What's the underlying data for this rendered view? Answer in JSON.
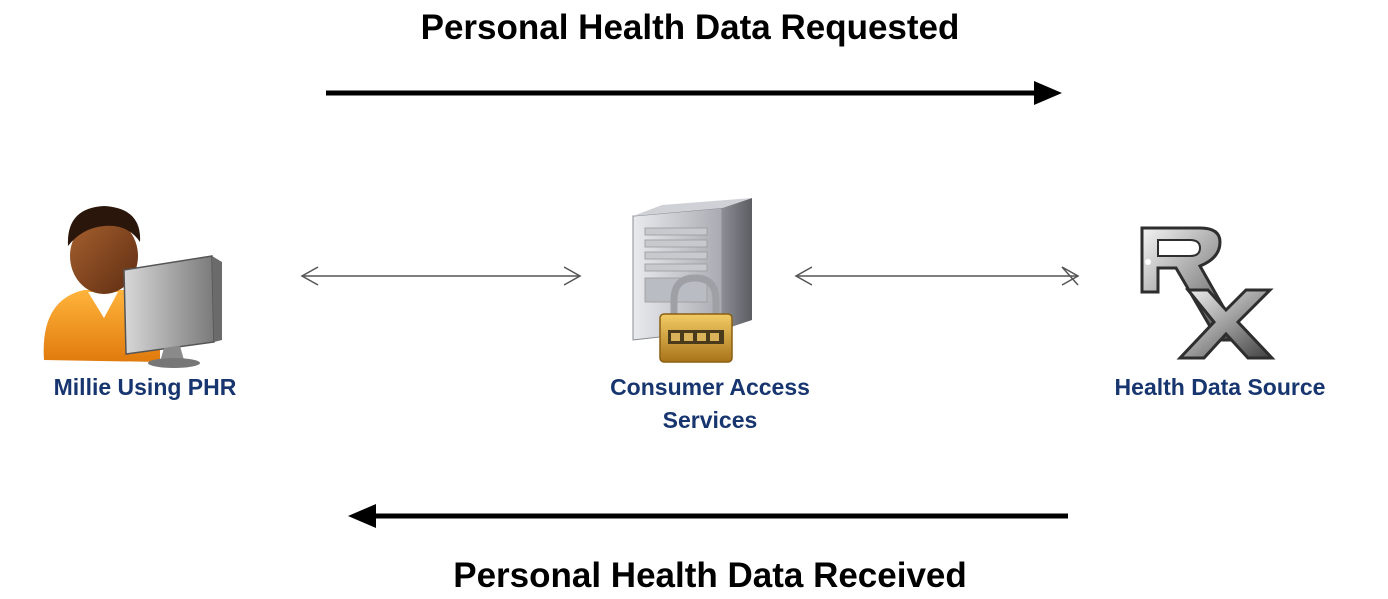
{
  "diagram": {
    "heading_top": "Personal Health Data Requested",
    "heading_bottom": "Personal Health Data Received",
    "nodes": {
      "user": {
        "label": "Millie Using PHR",
        "icon": "person-at-computer-icon"
      },
      "service": {
        "label_line1": "Consumer Access",
        "label_line2": "Services",
        "icon": "locked-server-icon"
      },
      "source": {
        "label": "Health Data Source",
        "icon": "rx-prescription-icon"
      }
    },
    "colors": {
      "label_text": "#17356e",
      "heading_text": "#000000",
      "arrow": "#000000",
      "connector": "#555555",
      "person_shirt": "#f39a1e",
      "person_skin": "#8a4a22",
      "lock_gold": "#d9a436"
    }
  }
}
